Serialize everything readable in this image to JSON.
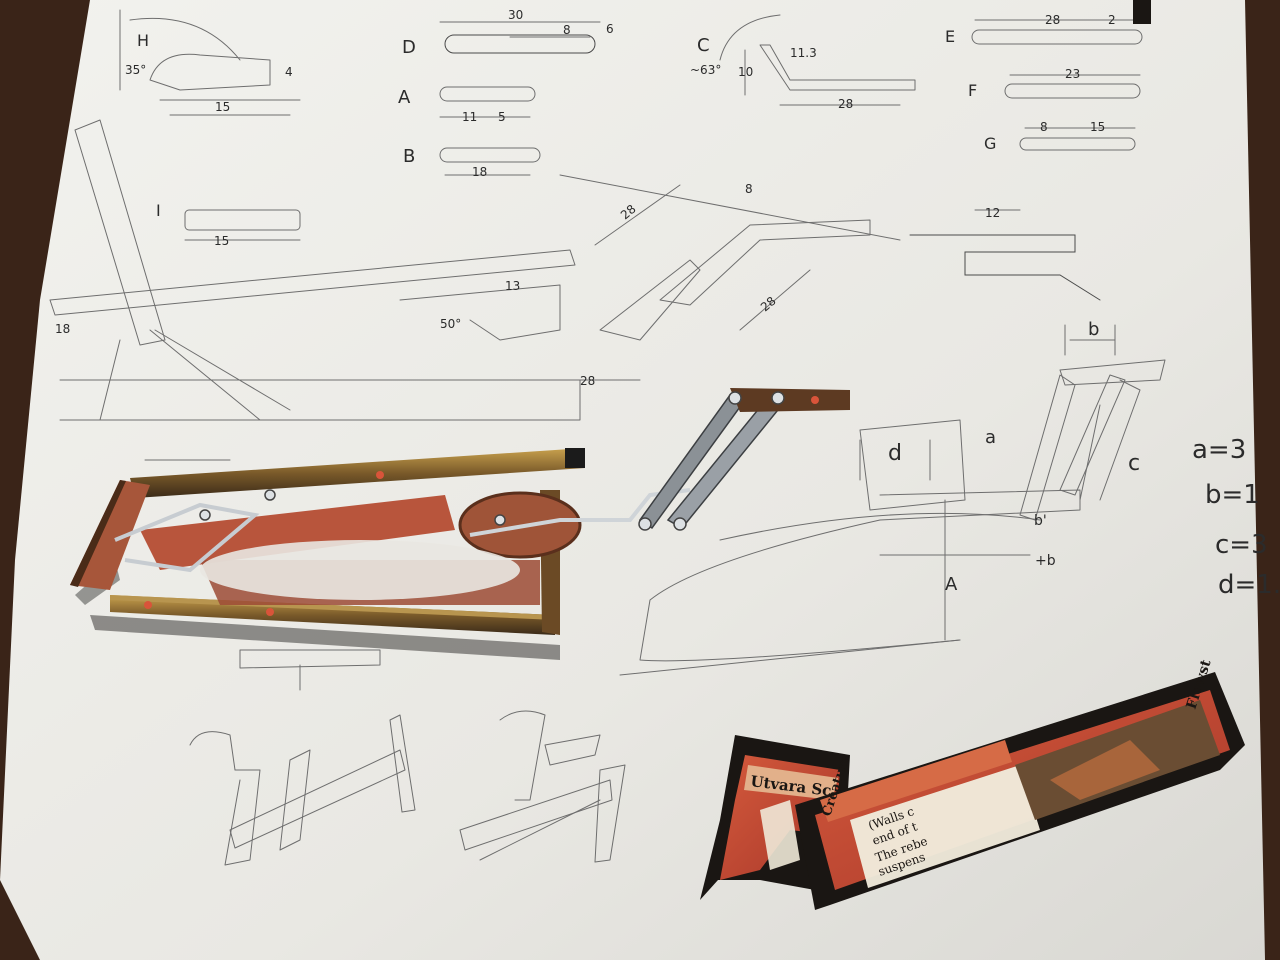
{
  "parts": {
    "part_labels": [
      "D",
      "A",
      "B",
      "C",
      "E",
      "F",
      "G",
      "I"
    ]
  },
  "dimensions": {
    "d_length": "30",
    "d_slot": "8",
    "d_end": "6",
    "a_left": "11",
    "a_right": "5",
    "b_length": "18",
    "c_height": "10",
    "c_arm": "11.3",
    "c_angle": "~63°",
    "c_base": "28",
    "e_length": "28",
    "e_end": "2",
    "f_length": "23",
    "g_left": "8",
    "g_right": "15",
    "i_length": "15",
    "link_28a": "28",
    "link_28b": "28",
    "top_8": "8",
    "right_12": "12",
    "frame_13": "13",
    "frame_28": "28",
    "angle_50": "50°",
    "left_18": "18",
    "top_left_angle": "35°",
    "top_left_h": "H",
    "top_left_4": "4",
    "top_left_15": "15"
  },
  "sketch": {
    "labels": [
      "a",
      "b",
      "c",
      "d",
      "b'",
      "A",
      "+b"
    ],
    "equations": [
      "a=3",
      "b=1",
      "c=3",
      "d=1."
    ]
  },
  "cards": {
    "left_card_name": "Utvara Sc",
    "right_card_name": "Flowst",
    "right_card_type": "Creature",
    "right_card_text": [
      "(Walls c",
      "end of t",
      "The rebe",
      "suspens"
    ]
  },
  "colors": {
    "paper": "#ecebe6",
    "table": "#3a2418",
    "card_red": "#c24a32",
    "card_border": "#1a1613",
    "metal": "#9aa0a6",
    "pencil": "#6e6e6e"
  }
}
